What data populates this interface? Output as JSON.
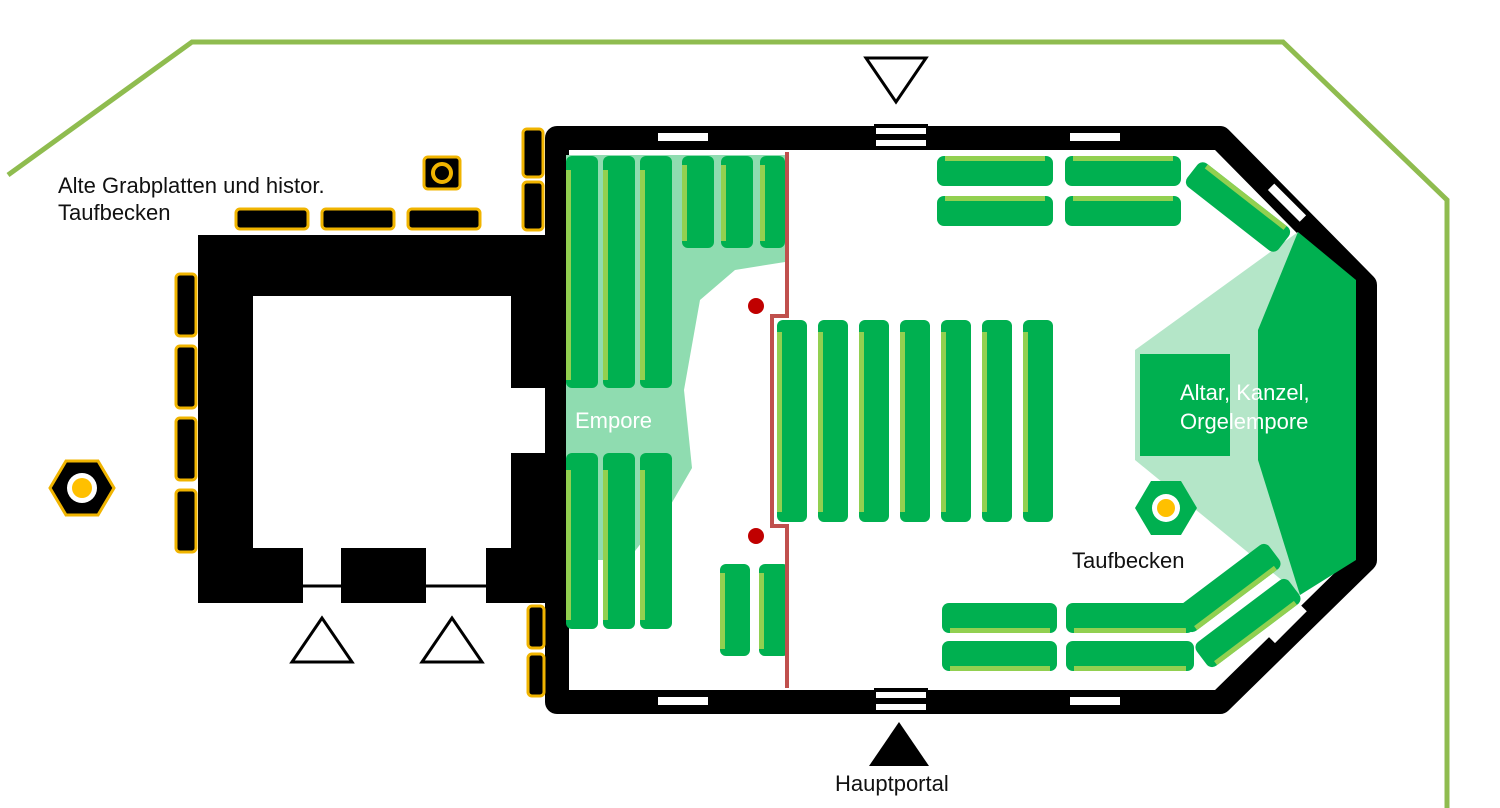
{
  "map": {
    "labels": {
      "grave_slabs_line1": "Alte Grabplatten und histor.",
      "grave_slabs_line2": "Taufbecken",
      "gallery": "Empore",
      "altar_line1": "Altar, Kanzel,",
      "altar_line2": "Orgelempore",
      "font": "Taufbecken",
      "main_portal": "Hauptportal"
    },
    "colors": {
      "boundary": "#8fbc4f",
      "wall": "#000000",
      "pew": "#00b050",
      "pew_edge": "#92d050",
      "gallery_area": "#8fdcb0",
      "chancel_area": "#b4e6c8",
      "screen": "#c0504d",
      "marker": "#c00000",
      "heritage_outline": "#f0b400",
      "font_dot": "#ffc000"
    },
    "icons": [
      "triangle-down-entrance-icon",
      "triangle-up-entrance-icon",
      "font-hexagon-icon",
      "heritage-ring-icon"
    ]
  }
}
